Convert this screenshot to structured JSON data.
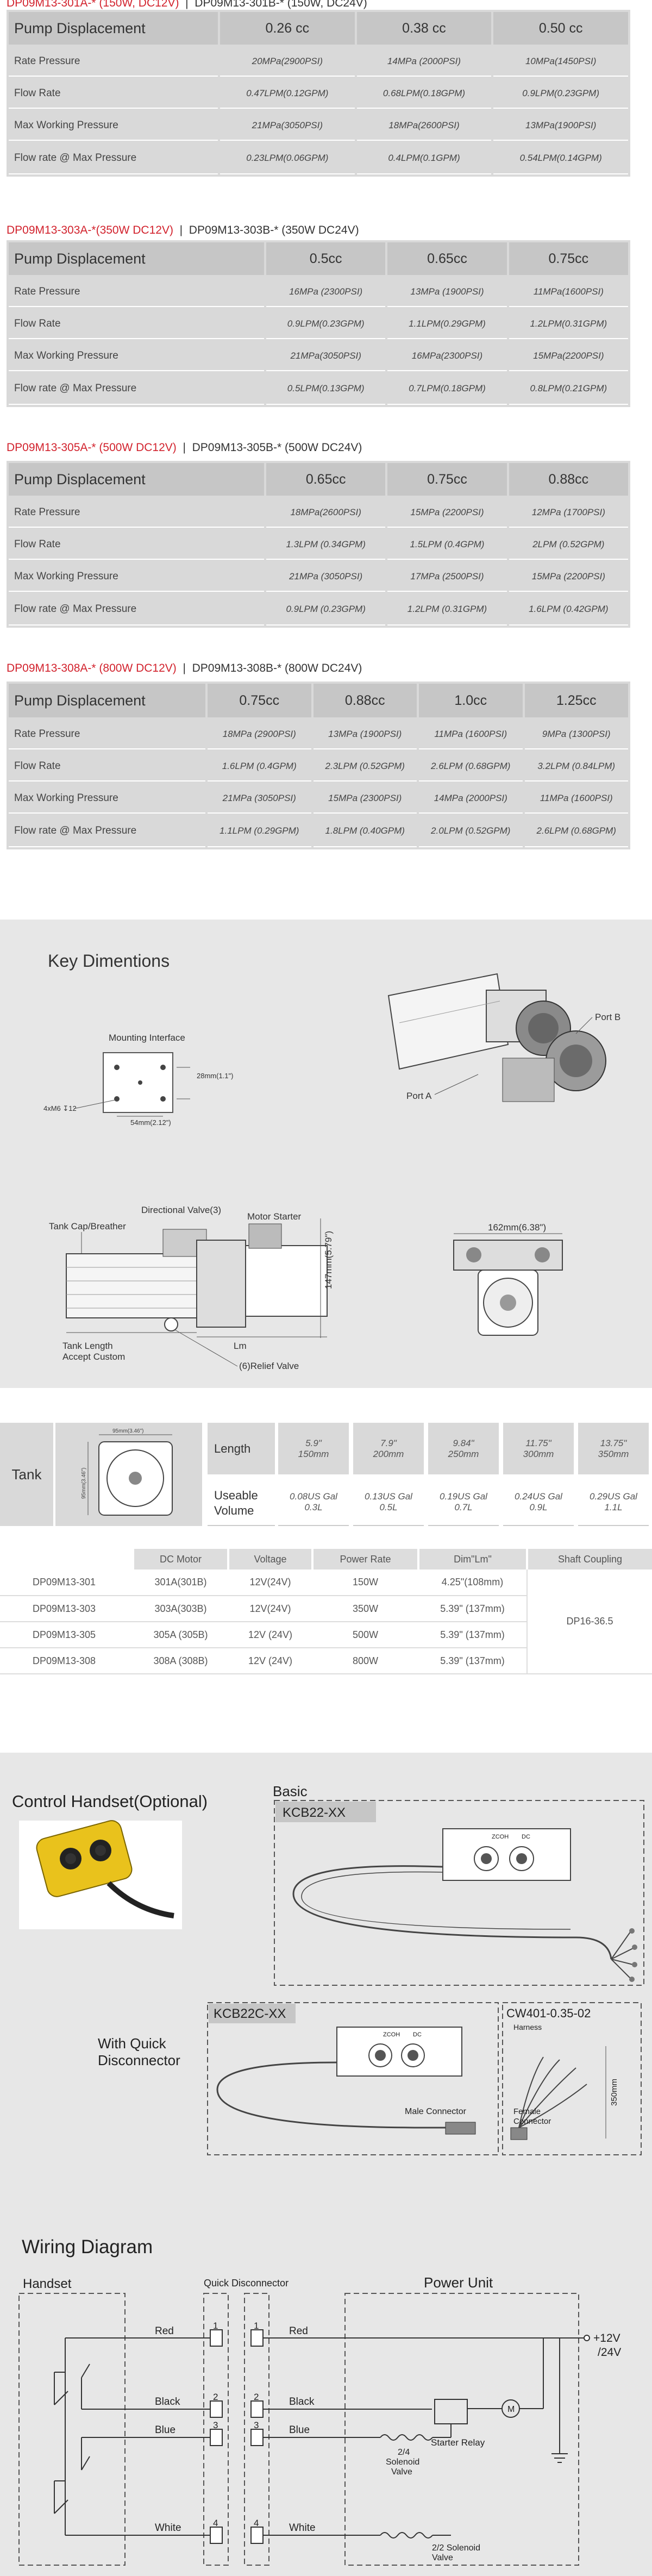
{
  "perf_tables": [
    {
      "title_red": "DP09M13-301A-* (150W, DC12V)",
      "sep": "|",
      "title_black": "DP09M13-301B-*  (150W, DC24V)",
      "headers": [
        "Pump  Displacement",
        "0.26 cc",
        "0.38 cc",
        "0.50 cc"
      ],
      "rows": [
        [
          "Rate  Pressure",
          "20MPa(2900PSI)",
          "14MPa (2000PSI)",
          "10MPa(1450PSI)"
        ],
        [
          "Flow Rate",
          "0.47LPM(0.12GPM)",
          "0.68LPM(0.18GPM)",
          "0.9LPM(0.23GPM)"
        ],
        [
          "Max  Working  Pressure",
          "21MPa(3050PSI)",
          "18MPa(2600PSI)",
          "13MPa(1900PSI)"
        ],
        [
          "Flow rate @ Max Pressure",
          "0.23LPM(0.06GPM)",
          "0.4LPM(0.1GPM)",
          "0.54LPM(0.14GPM)"
        ]
      ]
    },
    {
      "title_red": "DP09M13-303A-*(350W DC12V)",
      "sep": "|",
      "title_black": "DP09M13-303B-*  (350W DC24V)",
      "headers": [
        "Pump  Displacement",
        "0.5cc",
        "0.65cc",
        "0.75cc"
      ],
      "rows": [
        [
          "Rate  Pressure",
          "16MPa (2300PSI)",
          "13MPa (1900PSI)",
          "11MPa(1600PSI)"
        ],
        [
          "Flow Rate",
          "0.9LPM(0.23GPM)",
          "1.1LPM(0.29GPM)",
          "1.2LPM(0.31GPM)"
        ],
        [
          "Max  Working  Pressure",
          "21MPa(3050PSI)",
          "16MPa(2300PSI)",
          "15MPa(2200PSI)"
        ],
        [
          "Flow rate @ Max Pressure",
          "0.5LPM(0.13GPM)",
          "0.7LPM(0.18GPM)",
          "0.8LPM(0.21GPM)"
        ]
      ]
    },
    {
      "title_red": "DP09M13-305A-* (500W DC12V)",
      "sep": "|",
      "title_black": "DP09M13-305B-*  (500W DC24V)",
      "headers": [
        "Pump  Displacement",
        "0.65cc",
        "0.75cc",
        "0.88cc"
      ],
      "rows": [
        [
          "Rate  Pressure",
          "18MPa(2600PSI)",
          "15MPa (2200PSI)",
          "12MPa (1700PSI)"
        ],
        [
          "Flow Rate",
          "1.3LPM (0.34GPM)",
          "1.5LPM (0.4GPM)",
          "2LPM (0.52GPM)"
        ],
        [
          "Max  Working  Pressure",
          "21MPa (3050PSI)",
          "17MPa (2500PSI)",
          "15MPa (2200PSI)"
        ],
        [
          "Flow rate @ Max Pressure",
          "0.9LPM (0.23GPM)",
          "1.2LPM (0.31GPM)",
          "1.6LPM (0.42GPM)"
        ]
      ]
    },
    {
      "title_red": "DP09M13-308A-* (800W DC12V)",
      "sep": "|",
      "title_black": "DP09M13-308B-*  (800W DC24V)",
      "headers": [
        "Pump  Displacement",
        "0.75cc",
        "0.88cc",
        "1.0cc",
        "1.25cc"
      ],
      "rows": [
        [
          "Rate  Pressure",
          "18MPa (2900PSI)",
          "13MPa (1900PSI)",
          "11MPa (1600PSI)",
          "9MPa (1300PSI)"
        ],
        [
          "Flow Rate",
          "1.6LPM (0.4GPM)",
          "2.3LPM (0.52GPM)",
          "2.6LPM (0.68GPM)",
          "3.2LPM (0.84LPM)"
        ],
        [
          "Max  Working  Pressure",
          "21MPa (3050PSI)",
          "15MPa (2300PSI)",
          "14MPa (2000PSI)",
          "11MPa (1600PSI)"
        ],
        [
          "Flow rate @ Max Pressure",
          "1.1LPM (0.29GPM)",
          "1.8LPM (0.40GPM)",
          "2.0LPM (0.52GPM)",
          "2.6LPM (0.68GPM)"
        ]
      ]
    }
  ],
  "dims": {
    "title": "Key Dimentions",
    "mounting": "Mounting Interface",
    "dim28": "28mm(1.1\")",
    "dim54": "54mm(2.12\")",
    "thread": "4xM6 ↧12",
    "port_b": "Port B",
    "port_a": "Port A",
    "dir_valve": "Directional Valve(3)",
    "motor_starter": "Motor Starter",
    "tank_cap": "Tank Cap/Breather",
    "h147": "147mm(5.79\")",
    "lm": "Lm",
    "tank_len": "Tank Length",
    "accept_custom": "Accept Custom",
    "relief": "(6)Relief Valve",
    "w162": "162mm(6.38\")"
  },
  "tank": {
    "label": "Tank",
    "dim_top": "95mm(3.46\")",
    "dim_side": "95mm(3.46\")",
    "row1": "Length",
    "row2a": "Useable",
    "row2b": "Volume",
    "lengths": [
      [
        "5.9\"",
        "150mm"
      ],
      [
        "7.9\"",
        "200mm"
      ],
      [
        "9.84\"",
        "250mm"
      ],
      [
        "11.75\"",
        "300mm"
      ],
      [
        "13.75\"",
        "350mm"
      ]
    ],
    "volumes": [
      [
        "0.08US Gal",
        "0.3L"
      ],
      [
        "0.13US Gal",
        "0.5L"
      ],
      [
        "0.19US Gal",
        "0.7L"
      ],
      [
        "0.24US Gal",
        "0.9L"
      ],
      [
        "0.29US Gal",
        "1.1L"
      ]
    ]
  },
  "motor": {
    "headers": [
      "",
      "DC  Motor",
      "Voltage",
      "Power Rate",
      "Dim\"Lm\"",
      "Shaft Coupling"
    ],
    "rows": [
      [
        "DP09M13-301",
        "301A(301B)",
        "12V(24V)",
        "150W",
        "4.25\"(108mm)"
      ],
      [
        "DP09M13-303",
        "303A(303B)",
        "12V(24V)",
        "350W",
        "5.39\"  (137mm)"
      ],
      [
        "DP09M13-305",
        "305A (305B)",
        "12V (24V)",
        "500W",
        "5.39\"  (137mm)"
      ],
      [
        "DP09M13-308",
        "308A (308B)",
        "12V (24V)",
        "800W",
        "5.39\"  (137mm)"
      ]
    ],
    "coupling": "DP16-36.5"
  },
  "handset": {
    "title": "Control Handset(Optional)",
    "basic": "Basic",
    "kcb22": "KCB22-XX",
    "quick_a": "With Quick",
    "quick_b": "Disconnector",
    "kcb22c": "KCB22C-XX",
    "cw401": "CW401-0.35-02",
    "harness": "Harness",
    "male": "Male Connector",
    "female_a": "Female",
    "female_b": "Connector",
    "h350": "350mm",
    "brand": "ZCOH",
    "dc": "DC"
  },
  "wiring": {
    "title": "Wiring Diagram",
    "handset": "Handset",
    "quick": "Quick Disconnector",
    "power": "Power Unit",
    "wires": [
      "Red",
      "Black",
      "Blue",
      "White"
    ],
    "pins": [
      "1",
      "2",
      "3",
      "4"
    ],
    "v12": "+12V",
    "v24": "/24V",
    "relay": "Starter Relay",
    "sol24a": "2/4",
    "sol24b": "Solenoid",
    "sol24c": "Valve",
    "sol22a": "2/2 Solenoid",
    "sol22b": "Valve"
  },
  "colors": {
    "accent_red": "#d2222d",
    "header_gray": "#c6c6c6",
    "cell_gray": "#d9d9d9",
    "panel_gray": "#e7e7e7"
  }
}
